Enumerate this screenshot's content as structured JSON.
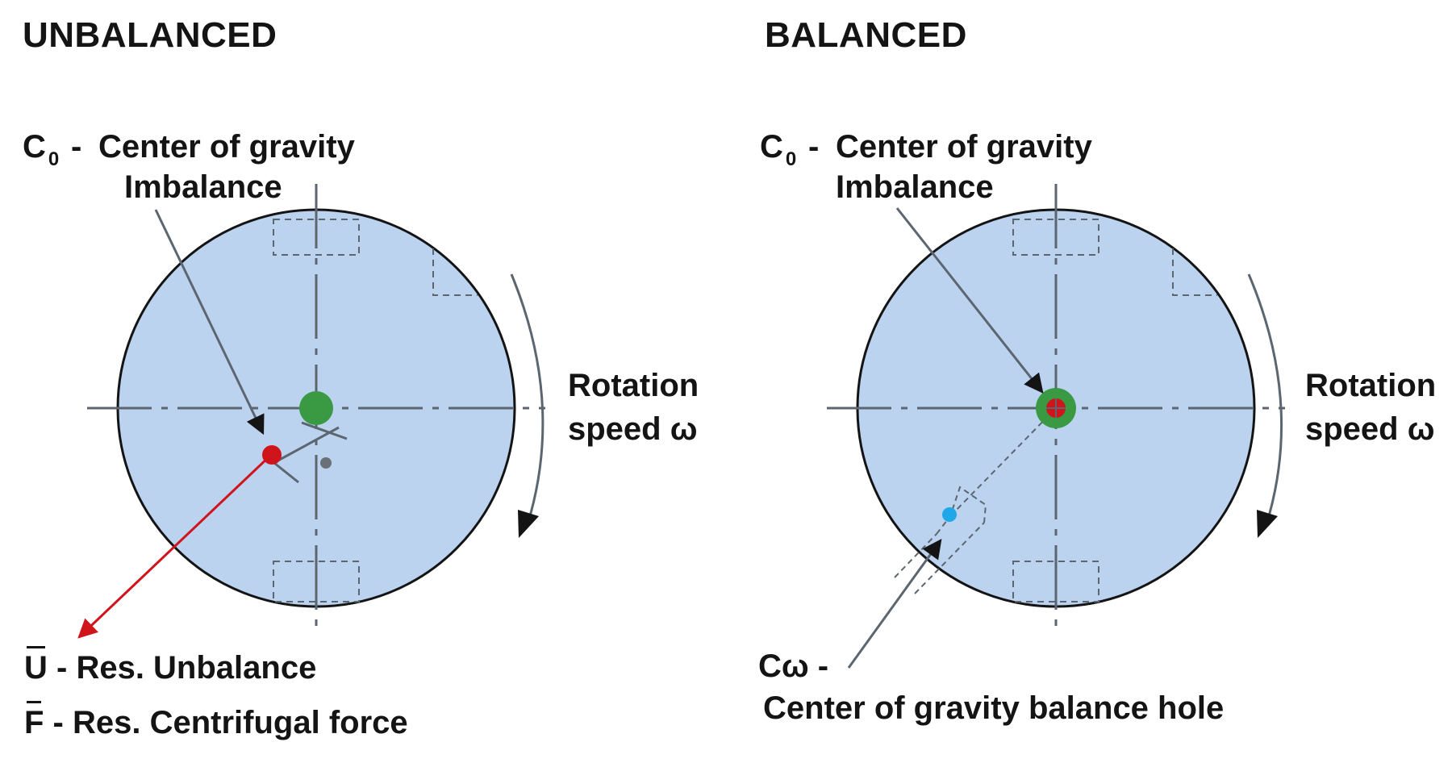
{
  "panels": {
    "unbalanced": {
      "title": "UNBALANCED",
      "c0_symbol": "C",
      "c0_subscript": "0",
      "c0_dash": "-",
      "c0_line1": "Center of gravity",
      "c0_line2": "Imbalance",
      "rotation_line1": "Rotation",
      "rotation_line2": "speed ω",
      "u_symbol": "U",
      "u_text": " - Res. Unbalance",
      "f_symbol": "F",
      "f_text": " - Res. Centrifugal force"
    },
    "balanced": {
      "title": "BALANCED",
      "c0_symbol": "C",
      "c0_subscript": "0",
      "c0_dash": "-",
      "c0_line1": "Center of gravity",
      "c0_line2": "Imbalance",
      "rotation_line1": "Rotation",
      "rotation_line2": "speed ω",
      "cw_label": "Cω -",
      "cw_text": "Center of gravity balance hole"
    }
  },
  "colors": {
    "disc_fill": "#bcd3f0",
    "center_of_gravity": "#3a9a44",
    "imbalance_point": "#d0141c",
    "balance_hole_point": "#1ea8e8",
    "axis_lines": "#5c6670",
    "unbalance_arrow": "#d0141c"
  }
}
